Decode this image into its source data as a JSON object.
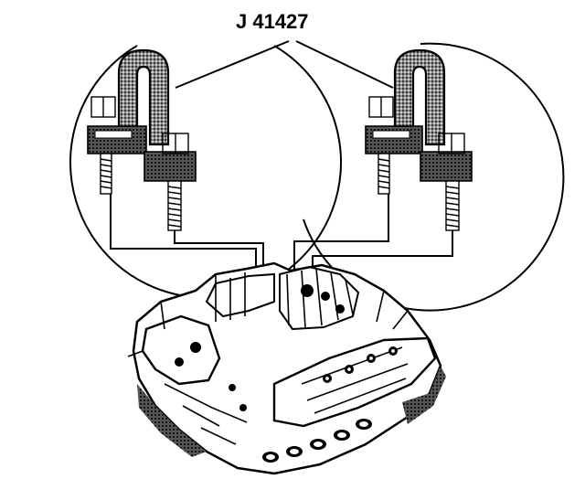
{
  "diagram": {
    "tool_label": "J 41427",
    "colors": {
      "ink": "#000000",
      "paper": "#ffffff",
      "shade": "#9a9a9a"
    },
    "callouts": [
      {
        "name": "left-lift-bracket-detail"
      },
      {
        "name": "right-lift-bracket-detail"
      }
    ]
  }
}
